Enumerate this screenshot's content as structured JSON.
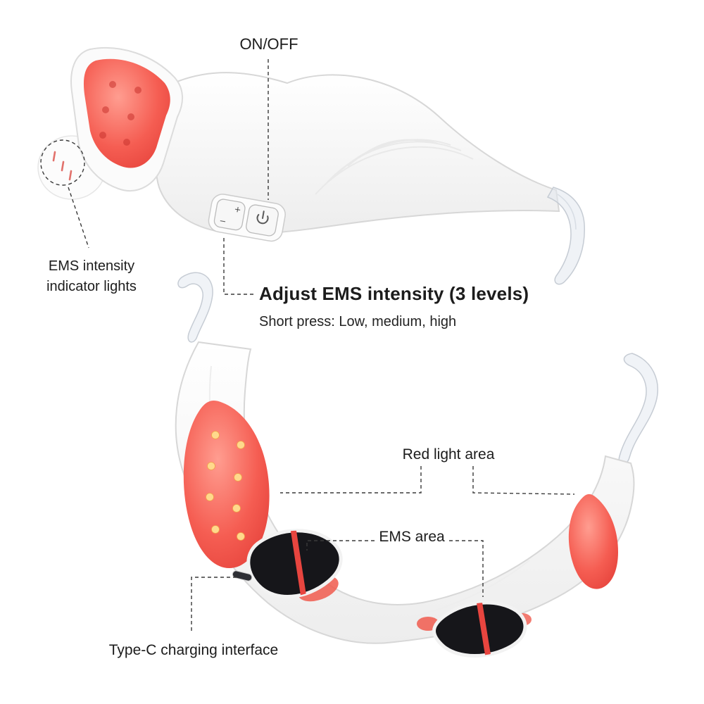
{
  "page": {
    "background": "#ffffff"
  },
  "annotations": {
    "on_off": "ON/OFF",
    "ems_indicator": {
      "line1": "EMS intensity",
      "line2": "indicator lights"
    },
    "adjust": {
      "title": "Adjust EMS intensity (3 levels)",
      "subtitle": "Short press: Low, medium, high"
    },
    "red_light_area": "Red light area",
    "ems_area": "EMS area",
    "type_c": "Type-C charging interface"
  },
  "device": {
    "icons": {
      "plus": "+",
      "minus": "−",
      "power": "power-icon"
    },
    "colors": {
      "frame": "#ffffff",
      "outline": "#d7d7d7",
      "red_light": "#ee4a42",
      "led_dot": "#ffd98c",
      "ems_pad": "#17181c",
      "ems_stripe": "#e8453f",
      "leader_line": "#3a3a3a"
    }
  }
}
